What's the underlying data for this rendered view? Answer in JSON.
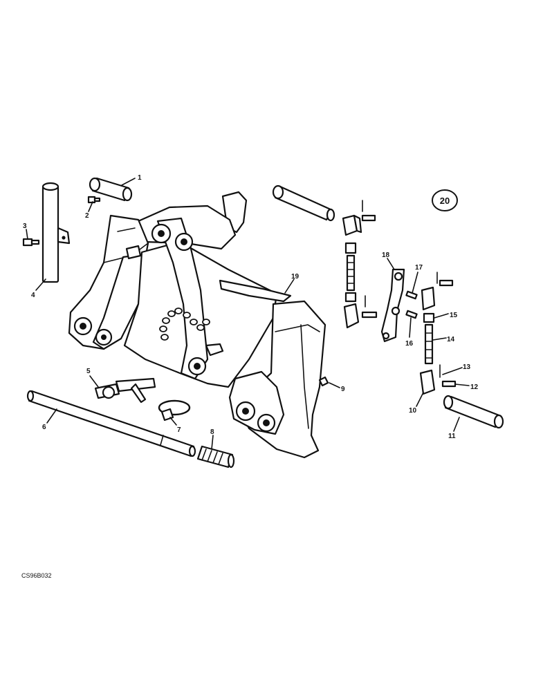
{
  "figure": {
    "number": "20",
    "reference": "CS96B032"
  },
  "callouts": {
    "c1": "1",
    "c2": "2",
    "c3": "3",
    "c4": "4",
    "c5": "5",
    "c6": "6",
    "c7": "7",
    "c8": "8",
    "c9": "9",
    "c10": "10",
    "c11": "11",
    "c12": "12",
    "c13": "13",
    "c14": "14",
    "c15": "15",
    "c16": "16",
    "c17": "17",
    "c18": "18",
    "c19": "19"
  }
}
